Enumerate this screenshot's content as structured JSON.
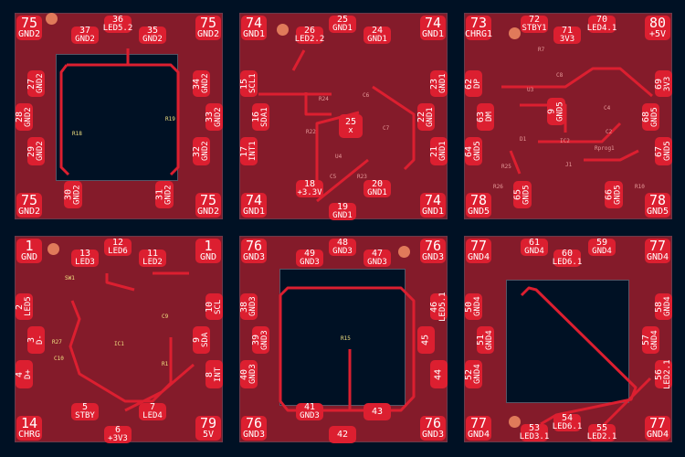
{
  "colors": {
    "background": "#001124",
    "board": "#841b2a",
    "pad": "#dc1f30",
    "trace": "#dc1f30",
    "silk": "#f0e080"
  },
  "boards": [
    {
      "pads": [
        {
          "num": "75",
          "net": "GND2"
        },
        {
          "num": "75",
          "net": "GND2"
        },
        {
          "num": "75",
          "net": "GND2"
        },
        {
          "num": "75",
          "net": "GND2"
        },
        {
          "num": "37",
          "net": "GND2"
        },
        {
          "num": "36",
          "net": "LED5.2"
        },
        {
          "num": "35",
          "net": "GND2"
        },
        {
          "num": "27",
          "net": "GND2"
        },
        {
          "num": "28",
          "net": "GND2"
        },
        {
          "num": "29",
          "net": "GND2"
        },
        {
          "num": "34",
          "net": "GND2"
        },
        {
          "num": "33",
          "net": "GND2"
        },
        {
          "num": "32",
          "net": "GND2"
        },
        {
          "num": "30",
          "net": "GND2"
        },
        {
          "num": "31",
          "net": "GND2"
        }
      ],
      "refs": [
        "R18",
        "R19"
      ]
    },
    {
      "pads": [
        {
          "num": "74",
          "net": "GND1"
        },
        {
          "num": "74",
          "net": "GND1"
        },
        {
          "num": "74",
          "net": "GND1"
        },
        {
          "num": "74",
          "net": "GND1"
        },
        {
          "num": "26",
          "net": "LED2.2"
        },
        {
          "num": "25",
          "net": "GND1"
        },
        {
          "num": "24",
          "net": "GND1"
        },
        {
          "num": "15",
          "net": "SCL1"
        },
        {
          "num": "16",
          "net": "SDA1"
        },
        {
          "num": "17",
          "net": "INT1"
        },
        {
          "num": "23",
          "net": "GND1"
        },
        {
          "num": "22",
          "net": "GND1"
        },
        {
          "num": "21",
          "net": "GND1"
        },
        {
          "num": "18",
          "net": "+3.3V"
        },
        {
          "num": "19",
          "net": "GND1"
        },
        {
          "num": "20",
          "net": "GND1"
        }
      ],
      "refs": [
        "R24",
        "R22",
        "C6",
        "C7",
        "U4",
        "C5",
        "R23"
      ],
      "chip": {
        "num": "25",
        "net": "x"
      }
    },
    {
      "pads": [
        {
          "num": "73",
          "net": "CHRG1"
        },
        {
          "num": "80",
          "net": "+5V"
        },
        {
          "num": "78",
          "net": "GND5"
        },
        {
          "num": "78",
          "net": "GND5"
        },
        {
          "num": "72",
          "net": "STBY1"
        },
        {
          "num": "71",
          "net": "3V3"
        },
        {
          "num": "70",
          "net": "LED4.1"
        },
        {
          "num": "62",
          "net": "DP"
        },
        {
          "num": "63",
          "net": "DM"
        },
        {
          "num": "64",
          "net": "GND5"
        },
        {
          "num": "69",
          "net": "3V3"
        },
        {
          "num": "68",
          "net": "GND5"
        },
        {
          "num": "67",
          "net": "GND5"
        },
        {
          "num": "65",
          "net": "GND5"
        },
        {
          "num": "66",
          "net": "GND5"
        }
      ],
      "refs": [
        "R7",
        "C8",
        "U3",
        "D1",
        "IC2",
        "Rprog1",
        "C4",
        "C2",
        "R10",
        "R25",
        "R26",
        "J1"
      ],
      "chip": {
        "num": "9",
        "net": "GND5"
      }
    },
    {
      "pads": [
        {
          "num": "1",
          "net": "GND"
        },
        {
          "num": "1",
          "net": "GND"
        },
        {
          "num": "14",
          "net": "CHRG"
        },
        {
          "num": "79",
          "net": "5V"
        },
        {
          "num": "13",
          "net": "LED3"
        },
        {
          "num": "12",
          "net": "LED6"
        },
        {
          "num": "11",
          "net": "LED2"
        },
        {
          "num": "2",
          "net": "LED5"
        },
        {
          "num": "3",
          "net": "D-"
        },
        {
          "num": "4",
          "net": "D+"
        },
        {
          "num": "10",
          "net": "SCL"
        },
        {
          "num": "9",
          "net": "SDA"
        },
        {
          "num": "8",
          "net": "INT"
        },
        {
          "num": "5",
          "net": "STBY"
        },
        {
          "num": "6",
          "net": "+3V3"
        },
        {
          "num": "7",
          "net": "LED4"
        }
      ],
      "refs": [
        "SW1",
        "IC1",
        "C9",
        "R1",
        "C10",
        "R27"
      ]
    },
    {
      "pads": [
        {
          "num": "76",
          "net": "GND3"
        },
        {
          "num": "76",
          "net": "GND3"
        },
        {
          "num": "76",
          "net": "GND3"
        },
        {
          "num": "76",
          "net": "GND3"
        },
        {
          "num": "49",
          "net": "GND3"
        },
        {
          "num": "48",
          "net": "GND3"
        },
        {
          "num": "47",
          "net": "GND3"
        },
        {
          "num": "38",
          "net": "GND3"
        },
        {
          "num": "39",
          "net": "GND3"
        },
        {
          "num": "40",
          "net": "GND3"
        },
        {
          "num": "46",
          "net": "LED5.1"
        },
        {
          "num": "45",
          "net": ""
        },
        {
          "num": "44",
          "net": ""
        },
        {
          "num": "41",
          "net": "GND3"
        },
        {
          "num": "42",
          "net": ""
        },
        {
          "num": "43",
          "net": ""
        }
      ],
      "refs": [
        "R15"
      ]
    },
    {
      "pads": [
        {
          "num": "77",
          "net": "GND4"
        },
        {
          "num": "77",
          "net": "GND4"
        },
        {
          "num": "77",
          "net": "GND4"
        },
        {
          "num": "77",
          "net": "GND4"
        },
        {
          "num": "61",
          "net": "GND4"
        },
        {
          "num": "60",
          "net": "LED6.1"
        },
        {
          "num": "59",
          "net": "GND4"
        },
        {
          "num": "50",
          "net": "GND4"
        },
        {
          "num": "51",
          "net": "GND4"
        },
        {
          "num": "52",
          "net": "GND4"
        },
        {
          "num": "58",
          "net": "GND4"
        },
        {
          "num": "57",
          "net": "GND4"
        },
        {
          "num": "56",
          "net": "LED2.1"
        },
        {
          "num": "53",
          "net": "LED3.1"
        },
        {
          "num": "54",
          "net": "LED6.1"
        },
        {
          "num": "55",
          "net": "LED2.1"
        }
      ],
      "refs": []
    }
  ]
}
